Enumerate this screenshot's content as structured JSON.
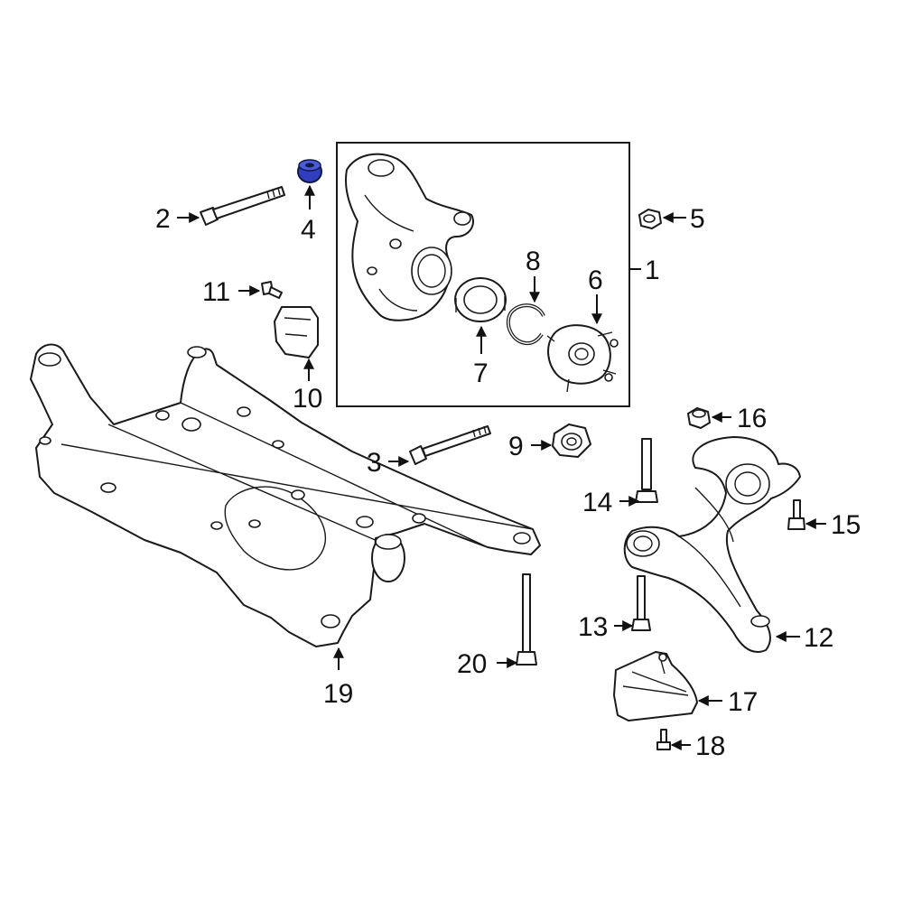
{
  "accent_color": "#2f3fbf",
  "callouts": {
    "c1": "1",
    "c2": "2",
    "c3": "3",
    "c4": "4",
    "c5": "5",
    "c6": "6",
    "c7": "7",
    "c8": "8",
    "c9": "9",
    "c10": "10",
    "c11": "11",
    "c12": "12",
    "c13": "13",
    "c14": "14",
    "c15": "15",
    "c16": "16",
    "c17": "17",
    "c18": "18",
    "c19": "19",
    "c20": "20"
  }
}
